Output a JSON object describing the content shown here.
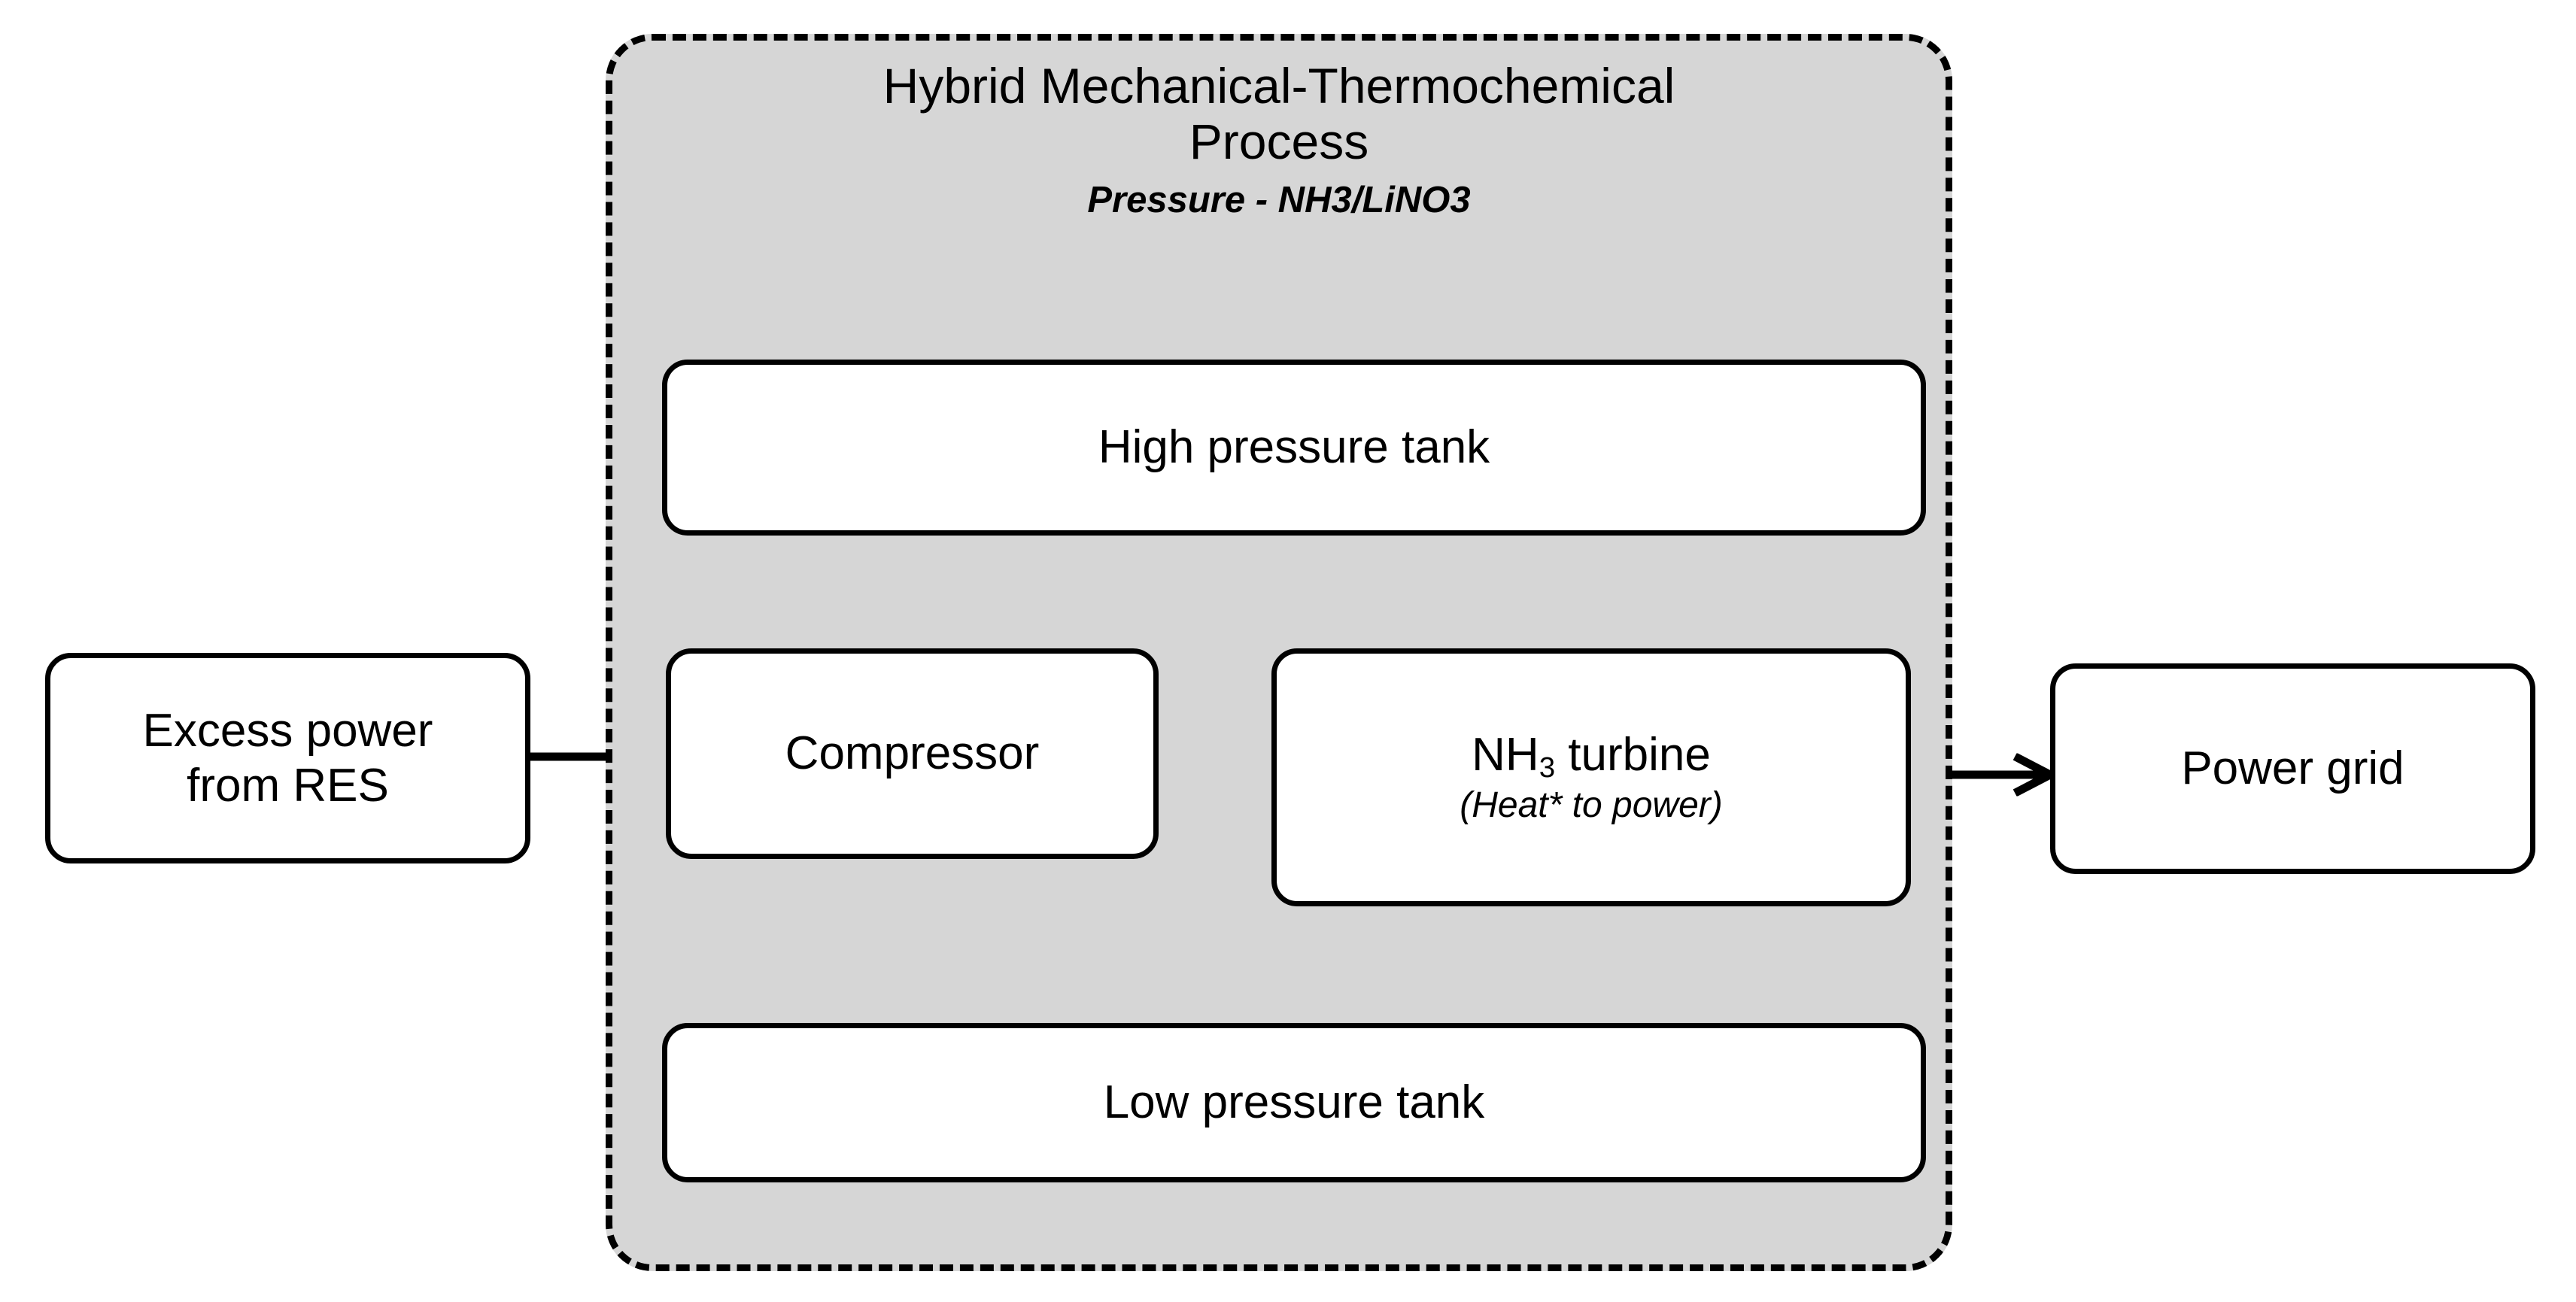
{
  "diagram": {
    "title": "Hybrid Mechanical-Thermochemical Process energy storage flow diagram",
    "group": {
      "title_line1": "Hybrid Mechanical-Thermochemical",
      "title_line2": "Process",
      "subtitle": "Pressure - NH3/LiNO3",
      "fill_color": "#d6d6d6",
      "border_style": "dashed",
      "border_color": "#000000"
    },
    "nodes": {
      "excess_power": {
        "line1": "Excess power",
        "line2": "from RES"
      },
      "compressor": {
        "line1": "Compressor"
      },
      "high_pressure_tank": {
        "line1": "High pressure tank"
      },
      "low_pressure_tank": {
        "line1": "Low pressure tank"
      },
      "turbine": {
        "line1_pre": "NH",
        "line1_sub": "3",
        "line1_post": " turbine",
        "line2": "(Heat* to power)"
      },
      "power_grid": {
        "line1": "Power grid"
      }
    },
    "arrows": [
      {
        "name": "excess-power-to-compressor",
        "from": "Excess power from RES",
        "to": "Compressor",
        "direction": "right"
      },
      {
        "name": "compressor-to-high-pressure-tank",
        "from": "Compressor",
        "to": "High pressure tank",
        "direction": "up"
      },
      {
        "name": "low-pressure-tank-to-compressor",
        "from": "Low pressure tank",
        "to": "Compressor",
        "direction": "up"
      },
      {
        "name": "high-pressure-tank-to-turbine",
        "from": "High pressure tank",
        "to": "NH3 turbine",
        "direction": "down"
      },
      {
        "name": "turbine-to-low-pressure-tank",
        "from": "NH3 turbine",
        "to": "Low pressure tank",
        "direction": "down"
      },
      {
        "name": "turbine-to-power-grid",
        "from": "NH3 turbine",
        "to": "Power grid",
        "direction": "right"
      }
    ]
  }
}
